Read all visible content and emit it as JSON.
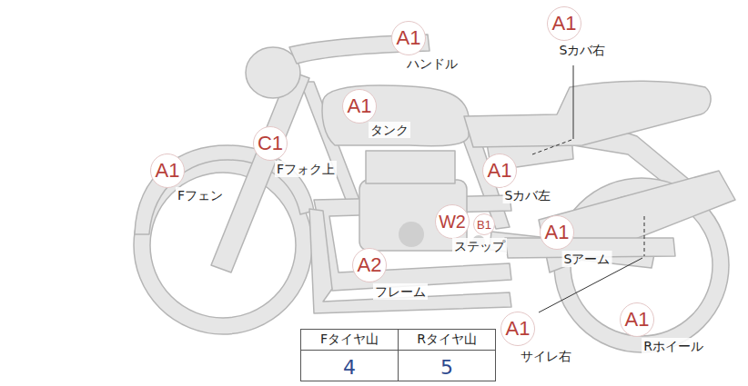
{
  "diagram": {
    "nodes": [
      {
        "text": [
          "A1",
          "ハンドル"
        ]
      },
      {
        "text": [
          "A1",
          "Sカバ右"
        ]
      },
      {
        "text": [
          "A1",
          "タンク"
        ]
      },
      {
        "text": [
          "C1",
          "Fフォク上"
        ]
      },
      {
        "text": [
          "A1",
          "Fフェン"
        ]
      },
      {
        "text": [
          "A1",
          "Sカバ左"
        ]
      },
      {
        "text": [
          "W2",
          "ステップ"
        ]
      },
      {
        "text": [
          "B1"
        ]
      },
      {
        "text": [
          "A1",
          "Sアーム"
        ]
      },
      {
        "text": [
          "A2",
          "フレーム"
        ]
      },
      {
        "text": [
          "A1",
          "サイレ右"
        ]
      },
      {
        "text": [
          "A1",
          "Rホイール"
        ]
      }
    ],
    "labels": [
      "Fタイヤ山",
      "Rタイヤ山",
      "4",
      "5"
    ]
  }
}
